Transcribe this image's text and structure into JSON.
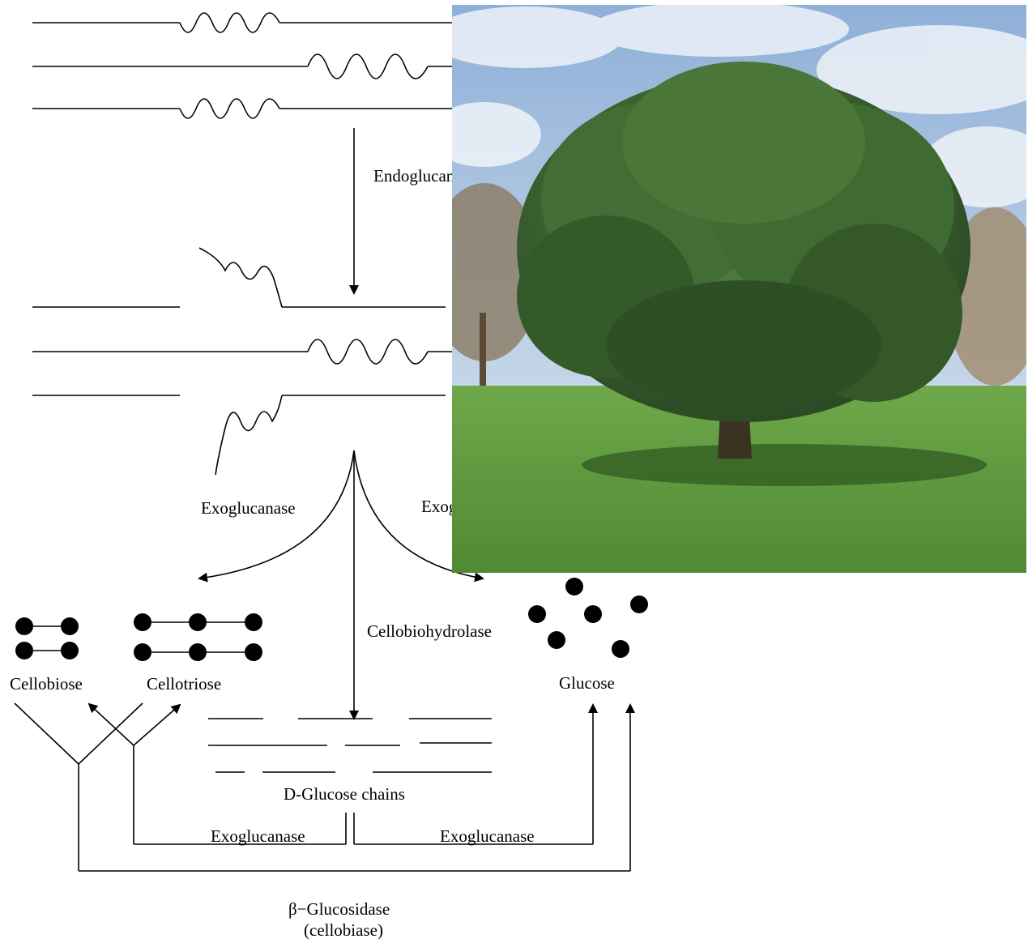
{
  "diagram": {
    "labels": {
      "endoglucanase": "Endoglucanase",
      "exoglucanase_left": "Exoglucanase",
      "exoglucanase_right": "Exoglucanase",
      "cellobiohydrolase": "Cellobiohydrolase",
      "cellobiose": "Cellobiose",
      "cellotriose": "Cellotriose",
      "glucose": "Glucose",
      "d_glucose_chains": "D-Glucose chains",
      "exoglucanase_bottom_left": "Exoglucanase",
      "exoglucanase_bottom_right": "Exoglucanase",
      "beta_glucosidase": "β−Glucosidase",
      "cellobiase": "(cellobiase)"
    }
  },
  "photo": {
    "subject": "tree-in-field-photo",
    "colors": {
      "sky": "#a9c4e4",
      "cloud": "#e8eef5",
      "foliage": "#3f6a32",
      "grass": "#5f9a3e",
      "trunk": "#3a3322"
    }
  }
}
